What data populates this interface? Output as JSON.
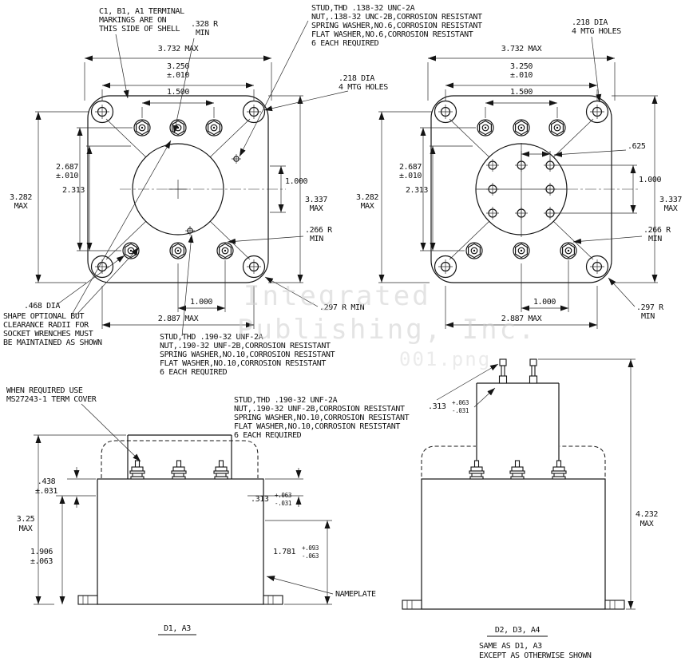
{
  "watermark": {
    "l1": "Integrated",
    "l2": "Publishing, Inc.",
    "l3": "001.png"
  },
  "notes": {
    "terminal_markings": {
      "l1": "C1, B1, A1 TERMINAL",
      "l2": "MARKINGS ARE ON",
      "l3": "THIS SIDE OF SHELL"
    },
    "radius_328": {
      "l1": ".328 R",
      "l2": "MIN"
    },
    "stud_138": {
      "l1": "STUD,THD .138-32 UNC-2A",
      "l2": "NUT,.138-32 UNC-2B,CORROSION RESISTANT",
      "l3": "SPRING WASHER,NO.6,CORROSION RESISTANT",
      "l4": "FLAT WASHER,NO.6,CORROSION RESISTANT",
      "l5": "6 EACH REQUIRED"
    },
    "mtg_holes": {
      "l1": ".218 DIA",
      "l2": "4 MTG HOLES"
    },
    "stud_190": {
      "l1": "STUD,THD .190-32 UNF-2A",
      "l2": "NUT,.190-32 UNF-2B,CORROSION RESISTANT",
      "l3": "SPRING WASHER,NO.10,CORROSION RESISTANT",
      "l4": "FLAT WASHER,NO.10,CORROSION RESISTANT",
      "l5": "6 EACH REQUIRED"
    },
    "shape_optional": {
      "l1": "SHAPE OPTIONAL BUT",
      "l2": "CLEARANCE RADII FOR",
      "l3": "SOCKET WRENCHES MUST",
      "l4": "BE MAINTAINED AS SHOWN"
    },
    "term_cover": {
      "l1": "WHEN REQUIRED USE",
      "l2": "MS27243-1 TERM COVER"
    },
    "nameplate": "NAMEPLATE",
    "same_as": {
      "l1": "SAME AS D1, A3",
      "l2": "EXCEPT AS OTHERWISE SHOWN"
    }
  },
  "dims": {
    "overall_w": "3.732 MAX",
    "bolt_w": "3.250",
    "bolt_w_tol": "±.010",
    "stud_w": "1.500",
    "bolt_h": "2.687",
    "bolt_h_tol": "±.010",
    "stud_h": "2.313",
    "h_3282": "3.282",
    "h_3282_max": "MAX",
    "h_3337": "3.337",
    "h_3337_max": "MAX",
    "v_1000": "1.000",
    "r_266": ".266 R",
    "r_266_min": "MIN",
    "dia_468": ".468 DIA",
    "b_1000": "1.000",
    "b_2887": "2.887 MAX",
    "r_297": ".297 R",
    "r_297_min": "MIN",
    "r_297_full": ".297 R MIN",
    "d_625": ".625",
    "s_438": ".438",
    "s_438_tol": "±.031",
    "s_325": "3.25",
    "s_325_max": "MAX",
    "s_1906": "1.906",
    "s_1906_tol": "±.063",
    "s_313": ".313",
    "s_313_p": "+.063",
    "s_313_m": "-.031",
    "s_1781": "1.781",
    "s_1781_p": "+.093",
    "s_1781_m": "-.063",
    "s_4232": "4.232",
    "s_4232_max": "MAX"
  },
  "labels": {
    "d1": "D1, A3",
    "d2": "D2, D3, A4"
  }
}
